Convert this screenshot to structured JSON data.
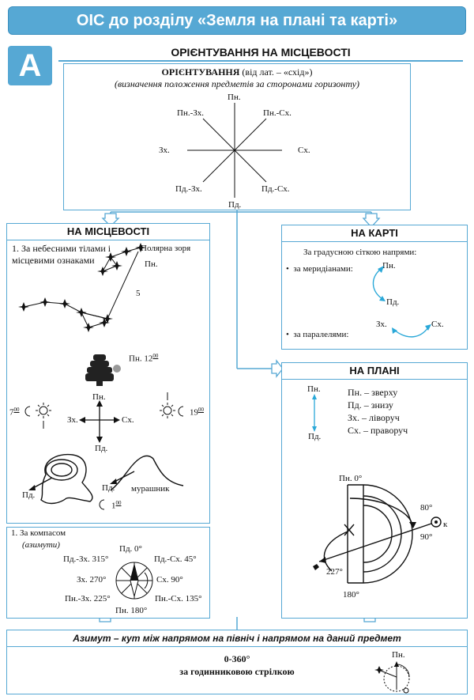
{
  "banner": {
    "title": "ОІС до розділу «Земля на плані та карті»"
  },
  "section": {
    "letter": "А",
    "title": "ОРІЄНТУВАННЯ НА МІСЦЕВОСТІ"
  },
  "definition": {
    "term": "ОРІЄНТУВАННЯ",
    "etymology": " (від лат. – «схід»)",
    "open_paren": "(",
    "meaning": "визначення положення предметів за сторонами горизонту",
    "close_paren": ")"
  },
  "compass_rose": {
    "n": "Пн.",
    "ne": "Пн.-Сх.",
    "e": "Сх.",
    "se": "Пд.-Сх.",
    "s": "Пд.",
    "sw": "Пд.-Зх.",
    "w": "Зх.",
    "nw": "Пн.-Зх."
  },
  "terrain": {
    "header": "НА МІСЦЕВОСТІ",
    "item1_text": "1. За небесними тілами і місцевими ознаками",
    "polar_star": "Полярна зоря",
    "pn": "Пн.",
    "distance_five": "5",
    "sun_noon": "Пн. 12",
    "sun_noon_sup": "00",
    "sun_n": "Пн.",
    "time_7": "7",
    "time_7_sup": "00",
    "time_19": "19",
    "time_19_sup": "00",
    "cross_w": "Зх.",
    "cross_e": "Сх.",
    "cross_s": "Пд.",
    "stump_s": "Пд.",
    "anthill_s": "Пд.",
    "anthill": "мурашник",
    "time_1": "1",
    "time_1_sup": "00"
  },
  "map": {
    "header": "НА КАРТІ",
    "intro": "За градусною сіткою напрями:",
    "meridians": "за меридіанами:",
    "pn": "Пн.",
    "pd": "Пд.",
    "parallels": "за паралелями:",
    "zx": "Зх.",
    "sx": "Сх."
  },
  "plan": {
    "header": "НА ПЛАНІ",
    "pn": "Пн.",
    "pd": "Пд.",
    "rules": [
      "Пн. – зверху",
      "Пд. – знизу",
      "Зх. – ліворуч",
      "Сх. – праворуч"
    ],
    "deg0": "Пн. 0°",
    "deg80": "80°",
    "deg90": "90°",
    "deg227": "227°",
    "deg180": "180°",
    "k": "к"
  },
  "compass": {
    "item_text": "1. За компасом",
    "azimuths": "(азимути)",
    "n": "Пд. 0°",
    "ne": "Пд.-Сх. 45°",
    "e": "Сх. 90°",
    "se": "Пн.-Сх. 135°",
    "s": "Пн. 180°",
    "sw": "Пн.-Зх. 225°",
    "w": "Зх. 270°",
    "nw": "Пд.-Зх. 315°"
  },
  "azimuth_def": {
    "text": "Азимут – кут між напрямом на північ і напрямом на даний предмет",
    "range": "0-360°",
    "clockwise": "за годинниковою стрілкою",
    "pn": "Пн."
  }
}
